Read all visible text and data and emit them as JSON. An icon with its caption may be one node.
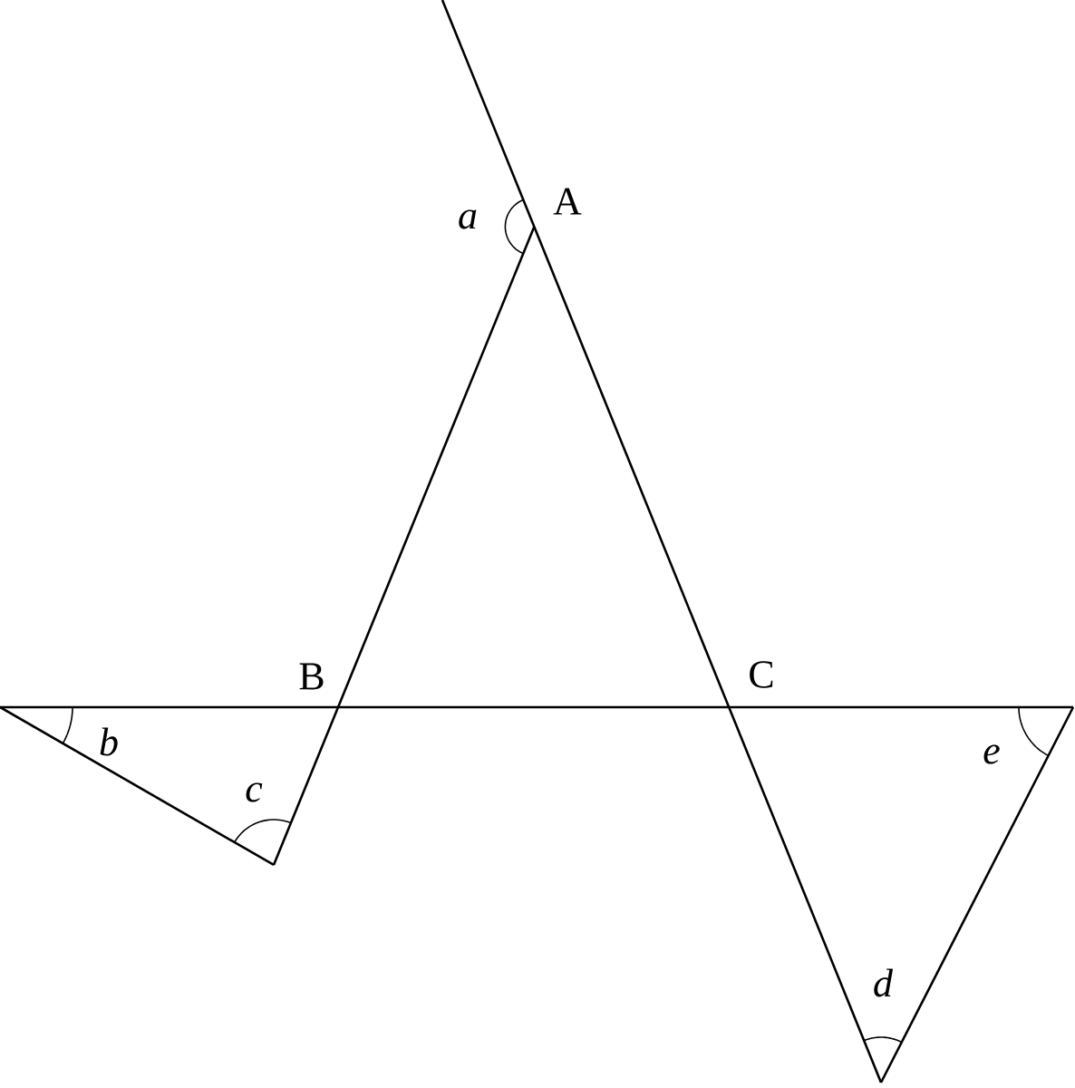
{
  "diagram": {
    "labels": [
      "a",
      "A",
      "B",
      "C",
      "b",
      "c",
      "e",
      "d"
    ]
  }
}
